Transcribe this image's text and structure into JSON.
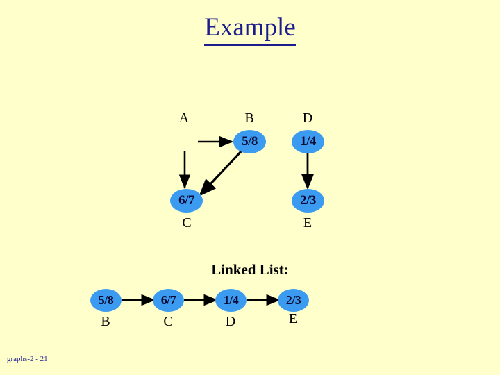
{
  "slide": {
    "title": "Example",
    "background_color": "#ffffcc",
    "title_color": "#1c1c8c",
    "node_color": "#3b9bf0",
    "node_text_color": "#0a0a35",
    "footer": "graphs-2 - 21"
  },
  "graph": {
    "nodes": [
      {
        "id": "B",
        "value": "5/8",
        "label": "B",
        "label_pos": "above"
      },
      {
        "id": "C",
        "value": "6/7",
        "label": "C",
        "label_pos": "below"
      },
      {
        "id": "D",
        "value": "1/4",
        "label": "D",
        "label_pos": "above"
      },
      {
        "id": "E",
        "value": "2/3",
        "label": "E",
        "label_pos": "below"
      },
      {
        "id": "A",
        "value": "",
        "label": "A",
        "label_pos": "above"
      }
    ],
    "edges": [
      {
        "from": "A",
        "to": "B",
        "kind": "horizontal"
      },
      {
        "from": "A",
        "to": "C",
        "kind": "vertical"
      },
      {
        "from": "B",
        "to": "C",
        "kind": "diagonal"
      },
      {
        "from": "D",
        "to": "E",
        "kind": "vertical"
      }
    ]
  },
  "linked_list": {
    "heading": "Linked List:",
    "nodes": [
      {
        "value": "5/8",
        "label": "B"
      },
      {
        "value": "6/7",
        "label": "C"
      },
      {
        "value": "1/4",
        "label": "D"
      },
      {
        "value": "2/3",
        "label": "E"
      }
    ]
  }
}
